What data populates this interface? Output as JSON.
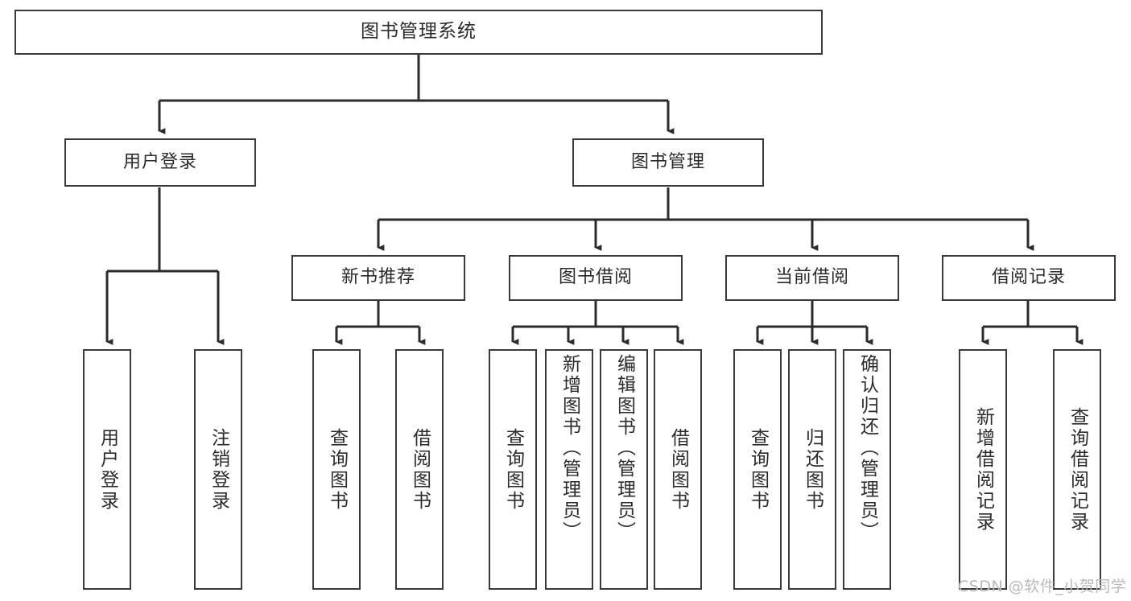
{
  "diagram": {
    "title": "图书管理系统",
    "type": "hierarchy-tree",
    "watermark": "CSDN @软件_小贺同学",
    "colors": {
      "box_border": "#3a3a3a",
      "box_fill": "#ffffff",
      "connector": "#2b2b2b",
      "text": "#2b2b2b",
      "watermark": "#b9b9b9",
      "background": "#ffffff"
    },
    "levels": {
      "root": {
        "label": "图书管理系统"
      },
      "level2": [
        {
          "label": "用户登录"
        },
        {
          "label": "图书管理"
        }
      ],
      "level3": [
        {
          "label": "新书推荐"
        },
        {
          "label": "图书借阅"
        },
        {
          "label": "当前借阅"
        },
        {
          "label": "借阅记录"
        }
      ],
      "leaves": {
        "user_login": [
          {
            "label": "用户登录"
          },
          {
            "label": "注销登录"
          }
        ],
        "new_book_recommend": [
          {
            "label": "查询图书"
          },
          {
            "label": "借阅图书"
          }
        ],
        "book_borrow": [
          {
            "label": "查询图书"
          },
          {
            "label": "新增图书（管理员）"
          },
          {
            "label": "编辑图书（管理员）"
          },
          {
            "label": "借阅图书"
          }
        ],
        "current_borrow": [
          {
            "label": "查询图书"
          },
          {
            "label": "归还图书"
          },
          {
            "label": "确认归还（管理员）"
          }
        ],
        "borrow_record": [
          {
            "label": "新增借阅记录"
          },
          {
            "label": "查询借阅记录"
          }
        ]
      }
    }
  }
}
